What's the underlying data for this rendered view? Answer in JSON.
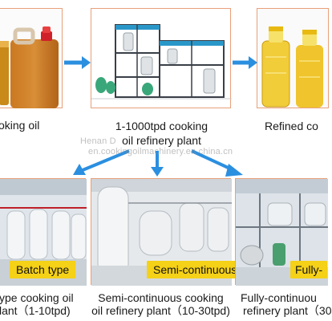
{
  "top_row": {
    "left_caption": "oking oil",
    "center_caption_line1": "1-1000tpd cooking",
    "center_caption_line2": "oil refinery plant",
    "right_caption": "Refined co"
  },
  "bottom_row": {
    "left_tag": "Batch type",
    "left_caption_line1": "ype cooking oil",
    "left_caption_line2": "lant（1-10tpd)",
    "center_tag": "Semi-continuous",
    "center_caption_line1": "Semi-continuous cooking",
    "center_caption_line2": "oil refinery plant（10-30tpd)",
    "right_tag": "Fully-",
    "right_caption_line1": "Fully-continuou",
    "right_caption_line2": "refinery plant（30"
  },
  "watermark": {
    "line1": "Henan D",
    "line2": "en.cookingoilmachinery.en.china.cn"
  },
  "colors": {
    "arrow": "#2b8fe0",
    "tag_bg": "#f5d117",
    "frame_border": "#e8a07a"
  }
}
